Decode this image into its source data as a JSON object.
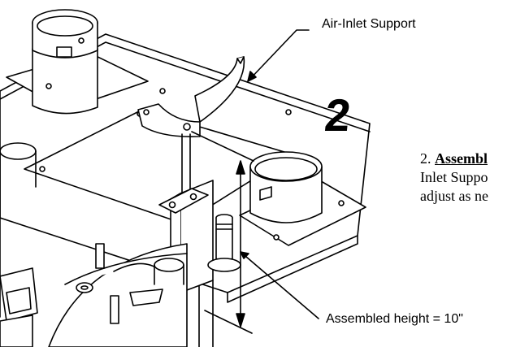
{
  "callouts": {
    "air_inlet_support": "Air-Inlet Support",
    "assembled_height": "Assembled height = 10\""
  },
  "step": {
    "number": "2",
    "prefix": "2. ",
    "title": "Assembl",
    "line2": "Inlet Suppo",
    "line3": "adjust as ne"
  }
}
